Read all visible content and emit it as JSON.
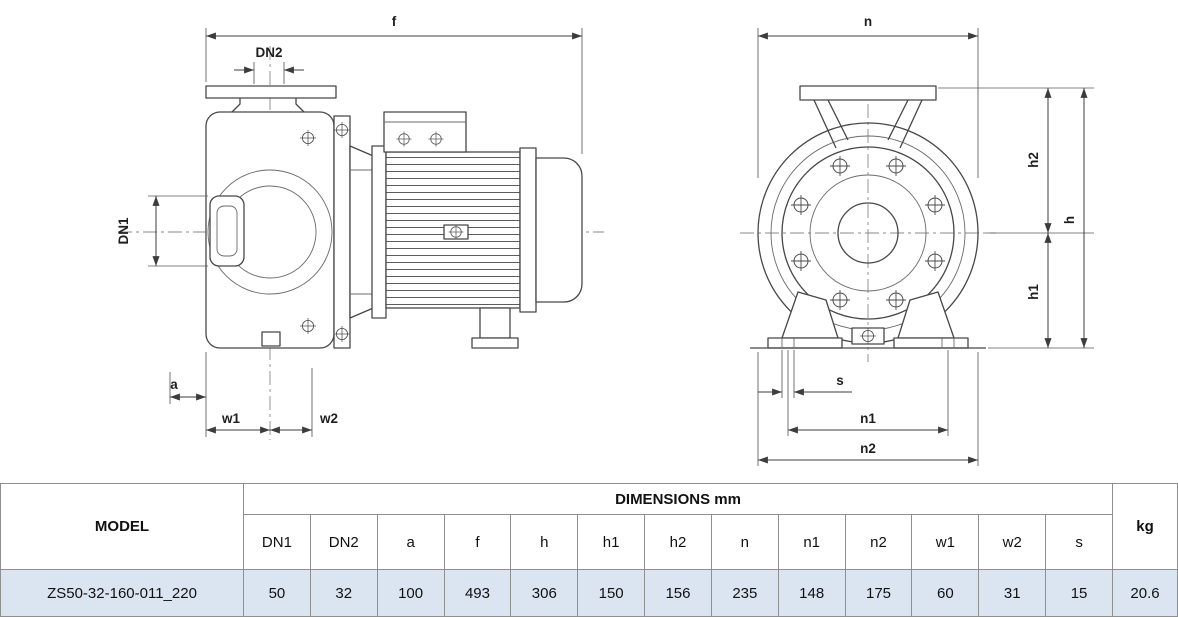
{
  "drawing": {
    "side_view": {
      "f": "f",
      "dn2": "DN2",
      "dn1": "DN1",
      "a": "a",
      "w1": "w1",
      "w2": "w2"
    },
    "front_view": {
      "n": "n",
      "h2": "h2",
      "h": "h",
      "h1": "h1",
      "s": "s",
      "n1": "n1",
      "n2": "n2"
    }
  },
  "table": {
    "model_header": "MODEL",
    "dimensions_header": "DIMENSIONS mm",
    "kg_header": "kg",
    "columns": [
      "DN1",
      "DN2",
      "a",
      "f",
      "h",
      "h1",
      "h2",
      "n",
      "n1",
      "n2",
      "w1",
      "w2",
      "s"
    ],
    "row": {
      "model": "ZS50-32-160-011_220",
      "values": [
        "50",
        "32",
        "100",
        "493",
        "306",
        "150",
        "156",
        "235",
        "148",
        "175",
        "60",
        "31",
        "15"
      ],
      "kg": "20.6"
    },
    "colors": {
      "data_row_bg": "#dbe5f1",
      "border": "#8f8f8f"
    }
  }
}
